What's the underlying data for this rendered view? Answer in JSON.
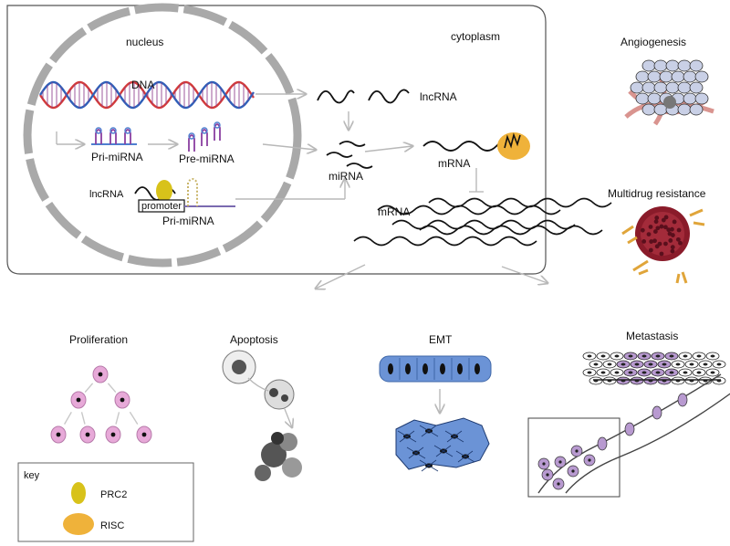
{
  "labels": {
    "nucleus": "nucleus",
    "cytoplasm": "cytoplasm",
    "dna": "DNA",
    "lncrna_cyto": "lncRNA",
    "pri_mirna": "Pri-miRNA",
    "pre_mirna": "Pre-miRNA",
    "mirna": "miRNA",
    "mrna_top": "mRNA",
    "mrna_bottom": "mRNA",
    "lncrna_nuc": "lncRNA",
    "promoter": "promoter",
    "pri_mirna_2": "Pri-miRNA"
  },
  "outcomes": {
    "angiogenesis": "Angiogenesis",
    "multidrug": "Multidrug resistance",
    "proliferation": "Proliferation",
    "apoptosis": "Apoptosis",
    "emt": "EMT",
    "metastasis": "Metastasis"
  },
  "key": {
    "title": "key",
    "prc2": "PRC2",
    "risc": "RISC"
  },
  "colors": {
    "dna_red": "#d23a3a",
    "dna_blue": "#2f5fb8",
    "dna_rung": "#8c3a8a",
    "prc2_yellow": "#d8c21a",
    "risc_orange": "#efb23a",
    "cell_pink": "#e7a9d8",
    "emt_blue": "#6b93d6",
    "meta_purple": "#b89ad0",
    "vessel_pink": "#d9948f",
    "nucleus_gray": "#a9a9a9",
    "arrow_gray": "#b8b8b8"
  }
}
